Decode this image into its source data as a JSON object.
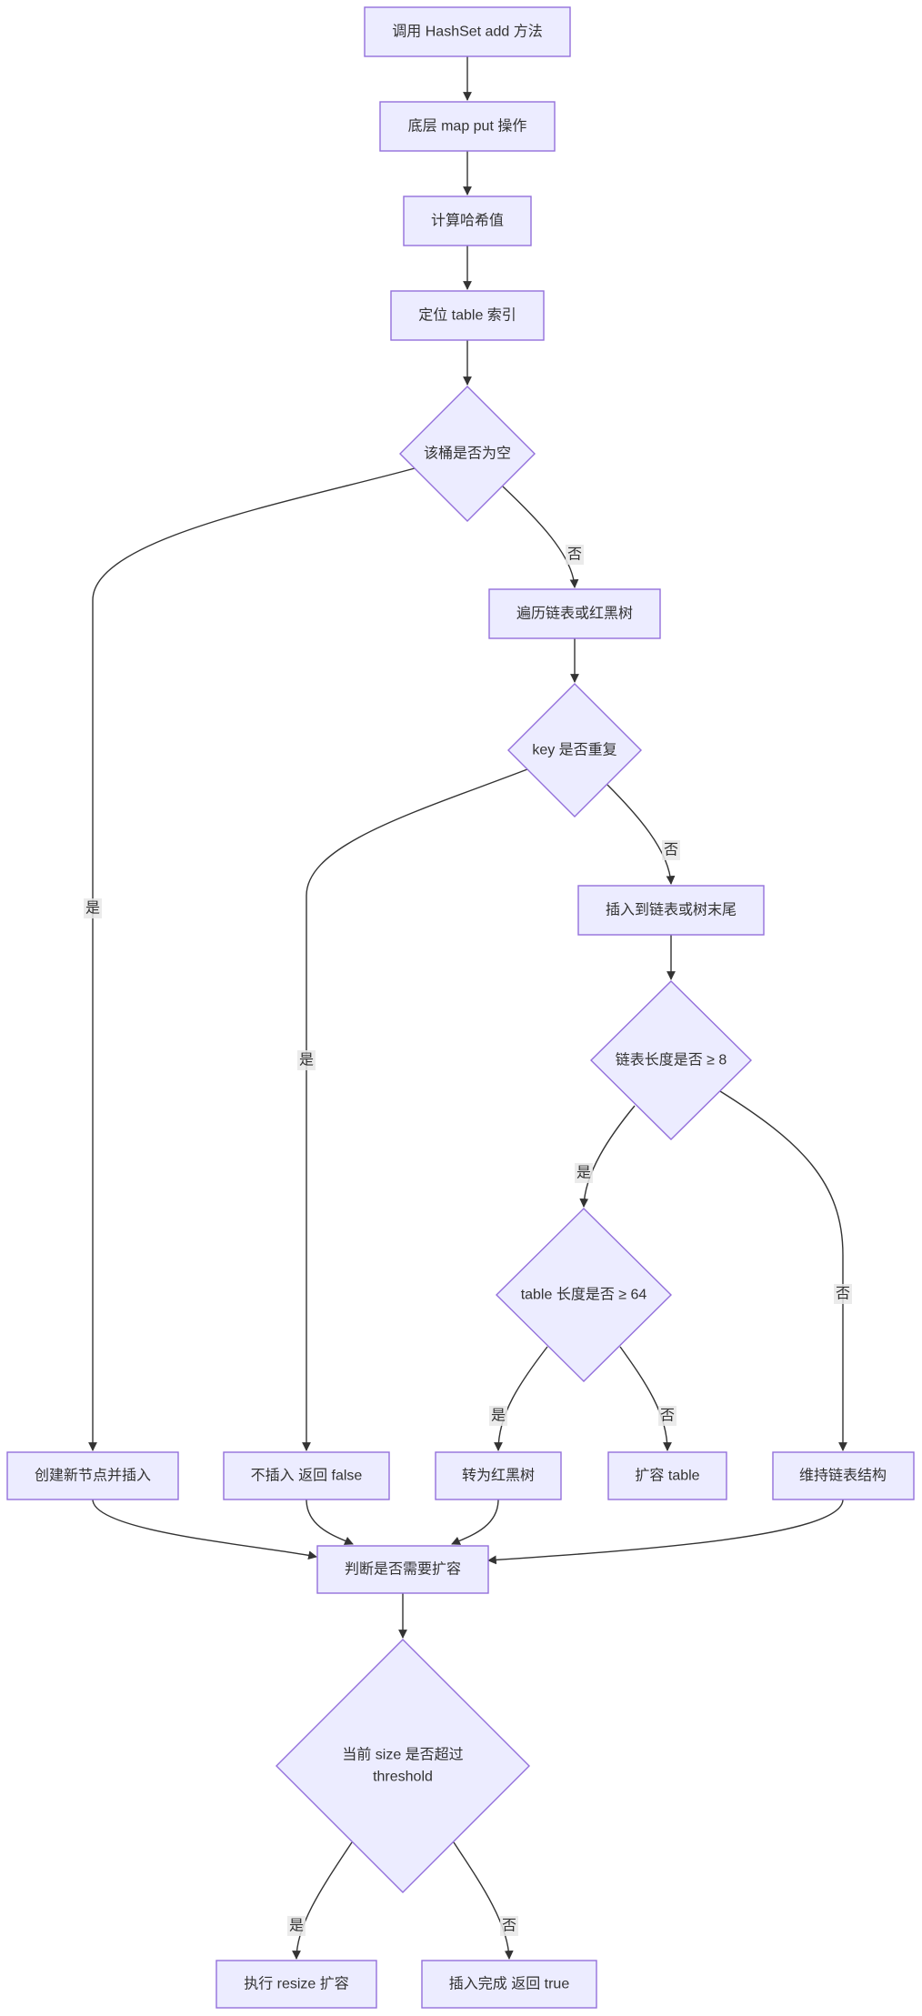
{
  "nodes": {
    "n1": "调用 HashSet add 方法",
    "n2": "底层 map put 操作",
    "n3": "计算哈希值",
    "n4": "定位 table 索引",
    "n5": "该桶是否为空",
    "n6": "遍历链表或红黑树",
    "n7": "key 是否重复",
    "n8": "插入到链表或树末尾",
    "n9": "链表长度是否 ≥ 8",
    "n10": "table 长度是否 ≥ 64",
    "n11": "创建新节点并插入",
    "n12": "不插入 返回 false",
    "n13": "转为红黑树",
    "n14": "扩容 table",
    "n15": "维持链表结构",
    "n16": "判断是否需要扩容",
    "n17_line1": "当前 size 是否超过",
    "n17_line2": "threshold",
    "n18": "执行 resize 扩容",
    "n19": "插入完成 返回 true"
  },
  "edge_labels": {
    "yes": "是",
    "no": "否"
  },
  "colors": {
    "node_fill": "#ECECFF",
    "node_stroke": "#9370DB",
    "edge": "#333333",
    "label_bg": "#E8E8E8"
  }
}
